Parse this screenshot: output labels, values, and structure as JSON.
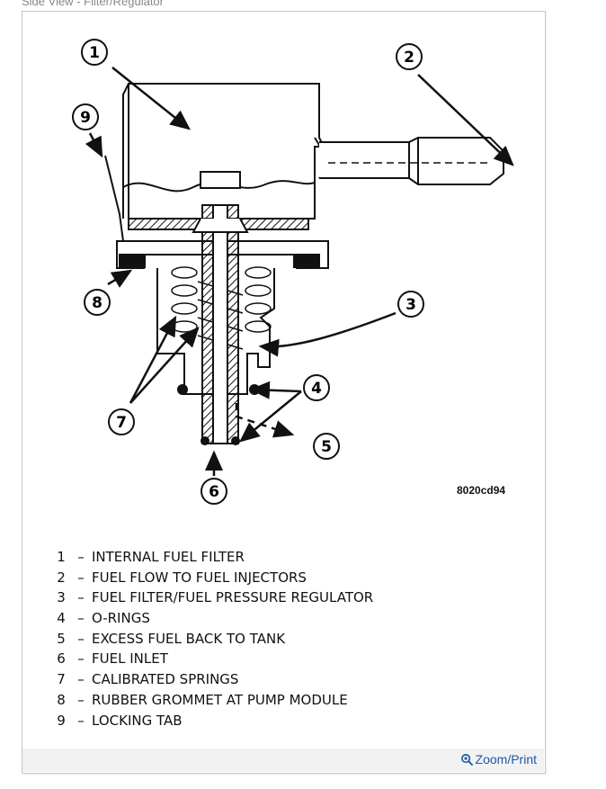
{
  "caption": "Side View - Filter/Regulator",
  "figure_code": "8020cd94",
  "callouts": [
    "1",
    "2",
    "3",
    "4",
    "5",
    "6",
    "7",
    "8",
    "9"
  ],
  "legend": [
    {
      "num": "1",
      "text": "INTERNAL FUEL FILTER"
    },
    {
      "num": "2",
      "text": "FUEL FLOW TO FUEL INJECTORS"
    },
    {
      "num": "3",
      "text": "FUEL FILTER/FUEL PRESSURE REGULATOR"
    },
    {
      "num": "4",
      "text": "O-RINGS"
    },
    {
      "num": "5",
      "text": "EXCESS FUEL BACK TO TANK"
    },
    {
      "num": "6",
      "text": "FUEL INLET"
    },
    {
      "num": "7",
      "text": "CALIBRATED SPRINGS"
    },
    {
      "num": "8",
      "text": "RUBBER GROMMET AT PUMP MODULE"
    },
    {
      "num": "9",
      "text": "LOCKING TAB"
    }
  ],
  "legend_separator": "–",
  "zoom_link": {
    "label": "Zoom/Print",
    "icon": "magnifier-plus-icon"
  }
}
